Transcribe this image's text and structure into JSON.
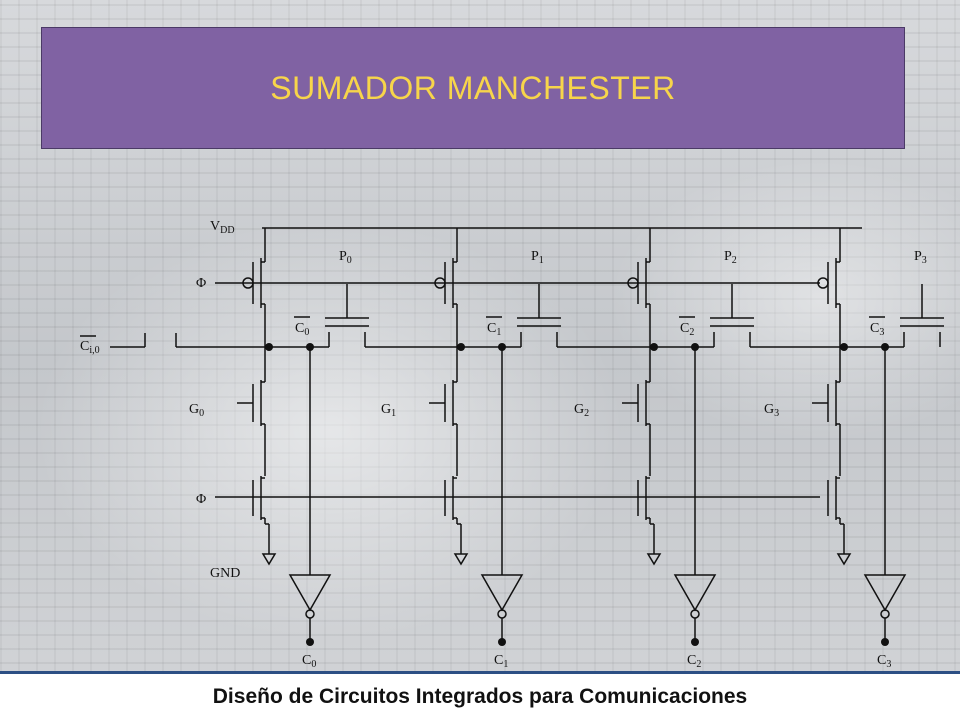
{
  "title": "SUMADOR MANCHESTER",
  "footer": "Diseño de Circuitos Integrados para Comunicaciones",
  "colors": {
    "title_bg": "#8062a3",
    "title_text": "#f7d54a",
    "footer_line": "#2c4f84"
  },
  "circuit": {
    "vdd": {
      "base": "V",
      "sub": "DD"
    },
    "gnd": "GND",
    "phi": "Φ",
    "cin": {
      "base": "C",
      "sub": "i,0"
    },
    "stages": [
      {
        "p": "P",
        "g": "G",
        "c": "C",
        "idx": "0"
      },
      {
        "p": "P",
        "g": "G",
        "c": "C",
        "idx": "1"
      },
      {
        "p": "P",
        "g": "G",
        "c": "C",
        "idx": "2"
      },
      {
        "p": "P",
        "g": "G",
        "c": "C",
        "idx": "3"
      }
    ]
  }
}
